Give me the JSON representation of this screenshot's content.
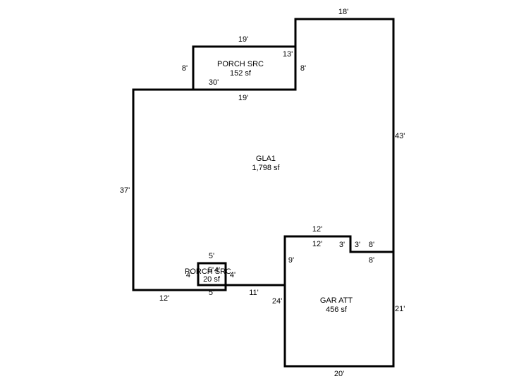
{
  "areas": {
    "gla1": {
      "name": "GLA1",
      "area": "1,798 sf"
    },
    "porch_top": {
      "name": "PORCH SRC",
      "area": "152 sf"
    },
    "porch_small": {
      "name": "PORCH SRC",
      "area": "20 sf"
    },
    "garage": {
      "name": "GAR ATT",
      "area": "456 sf"
    }
  },
  "dimensions": {
    "top_18": "18'",
    "right_43": "43'",
    "porch_top_19": "19'",
    "porch_13": "13'",
    "porch_left_8": "8'",
    "porch_right_8": "8'",
    "porch_30": "30'",
    "porch_bottom_19": "19'",
    "left_37": "37'",
    "bottom_12": "12'",
    "garage_top_12": "12'",
    "garage_inner_12": "12'",
    "step_3a": "3'",
    "step_3b": "3'",
    "step_8a": "8'",
    "step_8b": "8'",
    "garage_9": "9'",
    "garage_24": "24'",
    "garage_right_21": "21'",
    "garage_bottom_20": "20'",
    "connector_11": "11'",
    "small_top_5": "5'",
    "small_bottom_5": "5'",
    "small_left_4": "4'",
    "small_right_4": "4'",
    "small_inner_5": "5'",
    "small_inner_4": "4'"
  }
}
